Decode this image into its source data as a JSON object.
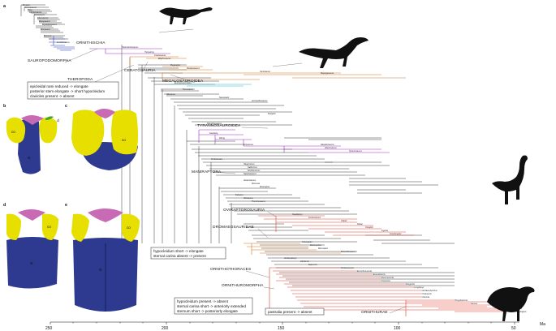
{
  "panel_letters": [
    "a",
    "b",
    "c",
    "d",
    "e"
  ],
  "clade_labels": {
    "ornithischia": "ORNITHISCHIA",
    "sauropodomorpha": "SAUROPODOMORPHA",
    "theropoda": "THEROPODA",
    "ceratosauria": "CERATOSAURIA",
    "megalosauroidea": "MEGALOSAUROIDEA",
    "tyrannosauroidea": "TYRANNOSAUROIDEA",
    "maniraptora": "MANIRAPTORA",
    "oviraptorosauria": "OVIRAPTOROSAURIA",
    "dromaeosauridae": "DROMAEOSAURIDAE",
    "ornithothoraces": "ORNITHOTHORACES",
    "ornithuromorpha": "ORNITHUROMORPHA",
    "ornithurae": "ORNITHURAE"
  },
  "annotations": {
    "theropoda": [
      "epicleidal rami reduced -> elongate",
      "posterior stem elongate -> short hypocleidum",
      "clavicles present -> absent"
    ],
    "ornithothoraces": [
      "hypocleidum short -> elongate",
      "sternal carina absent -> present"
    ],
    "ornithuromorpha": [
      "hypocleidum present -> absent",
      "sternal carina short -> anteriorly extended",
      "sternum short -> posteriorly elongate"
    ],
    "ornithurae": "pastralia present -> absent"
  },
  "bone_labels": {
    "cl": "cl",
    "co": "co",
    "st": "st"
  },
  "axis": {
    "ticks": [
      "250",
      "200",
      "150",
      "100",
      "50"
    ],
    "unit": "Ma"
  },
  "taxa_left": [
    "Eoraptor",
    "Herrerasaurus",
    "Tawa",
    "Dilophosaurus",
    "Coelophysis",
    "Liliensternus",
    "Zupaysaurus",
    "Cryolophosaurus",
    "Sinosaurus",
    "Eocursor",
    "Lesothosaurus",
    "Heterodontosaurus",
    "Tianyulong",
    "Ceratosaurus",
    "Elaphrosaurus",
    "Megaraptor",
    "Masiakasaurus",
    "Carnotaurus",
    "Majungasaurus",
    "Eustreptospondylus",
    "Torvosaurus",
    "Allosaurus",
    "Neovenator",
    "Acrocanthosaurus",
    "Sinraptor",
    "Shenzhousaurus",
    "Guanlong",
    "Dilong",
    "Eotyrannus",
    "Tyrannosaurus",
    "Albertosaurus",
    "Daspletosaurus"
  ],
  "taxa_right": [
    "Ornitholestes",
    "Harpymimus",
    "Gallimimus",
    "Struthiomimus",
    "Nqwebasaurus",
    "Alvarezsaurus",
    "Shuvuuia",
    "Mononykus",
    "Falcarius",
    "Alxasaurus",
    "Therizinosaurus",
    "Caudipteryx",
    "Incisivosaurus",
    "Citipati",
    "Khaan",
    "Oviraptor",
    "Ingenia",
    "Conchoraptor",
    "Velociraptor",
    "Deinonychus",
    "Microraptor",
    "Sinornithosaurus",
    "Archaeopteryx",
    "Jeholornis",
    "Sapeornis",
    "Confuciusornis",
    "Eoconfuciusornis",
    "Eoenantiornis",
    "Iberomesornis",
    "Concornis",
    "Pengornis",
    "Longipteryx",
    "Archaeorhynchus",
    "Yixianornis",
    "Yanornis",
    "Hongshanornis",
    "Gansus",
    "Apsaravis",
    "Ichthyornis",
    "Hesperornis",
    "Vegavis",
    "Anas",
    "Gallus",
    "Crax"
  ]
}
